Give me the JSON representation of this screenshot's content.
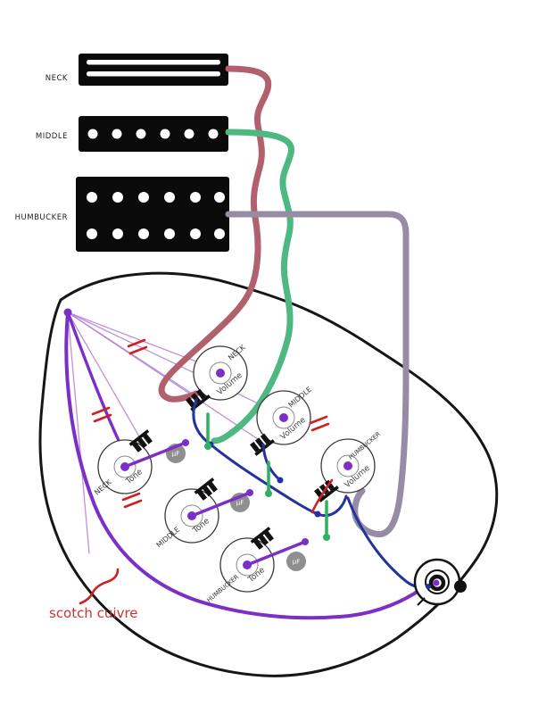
{
  "diagram": {
    "pickups": [
      {
        "label": "NECK"
      },
      {
        "label": "MIDDLE"
      },
      {
        "label": "HUMBUCKER"
      }
    ],
    "volume_pots": [
      {
        "name": "NECK",
        "label": "Volume"
      },
      {
        "name": "MIDDLE",
        "label": "Volume"
      },
      {
        "name": "HUMBUCKER",
        "label": "Volume"
      }
    ],
    "tone_pots": [
      {
        "name": "NECK",
        "label": "Tone"
      },
      {
        "name": "MIDDLE",
        "label": "Tone"
      },
      {
        "name": "HUMBUCKER",
        "label": "Tone"
      }
    ],
    "capacitor_label": "µF",
    "annotation": "scotch cuivre",
    "colors": {
      "neck_wire": "#b2606d",
      "middle_wire": "#4db981",
      "humbucker_wire": "#968ca6",
      "signal_wire": "#23339e",
      "ground_wire": "#7b2fc6",
      "shield_line": "#b07fd9",
      "jumper_wire": "#2eb05f",
      "hot_mark": "#cc2222",
      "annotation": "#cc3333"
    }
  }
}
